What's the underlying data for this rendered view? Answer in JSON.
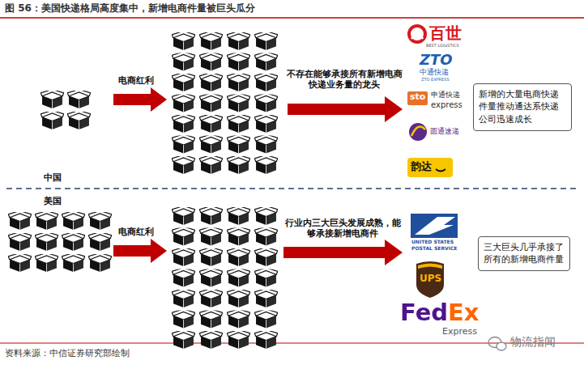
{
  "diagram": {
    "title": "图 56：美国快递格局高度集中，新增电商件量被巨头瓜分",
    "nodes": [
      {
        "text": [
          "新增的大量电商快递件量推动通达系快递公司迅速成长"
        ]
      },
      {
        "text": [
          "三大巨头几乎承接了所有的新增电商件量"
        ]
      }
    ],
    "labels": [
      "电商红利",
      "不存在能够承接所有新增电商快递业务量的龙头",
      "百世",
      "BEST LOGISTICS",
      "ZTO",
      "中通快递",
      "ZTO EXPRESS",
      "sto",
      "申通快递",
      "express",
      "圆通速递",
      "韵达",
      "中国",
      "美国",
      "电商红利",
      "行业内三大巨头发展成熟，能够承接新增电商件",
      "UNITED STATES",
      "POSTAL SERVICE",
      "UPS",
      "FedEx",
      "Express",
      "资料来源：中信证券研究部绘制",
      "物流指闻"
    ]
  }
}
